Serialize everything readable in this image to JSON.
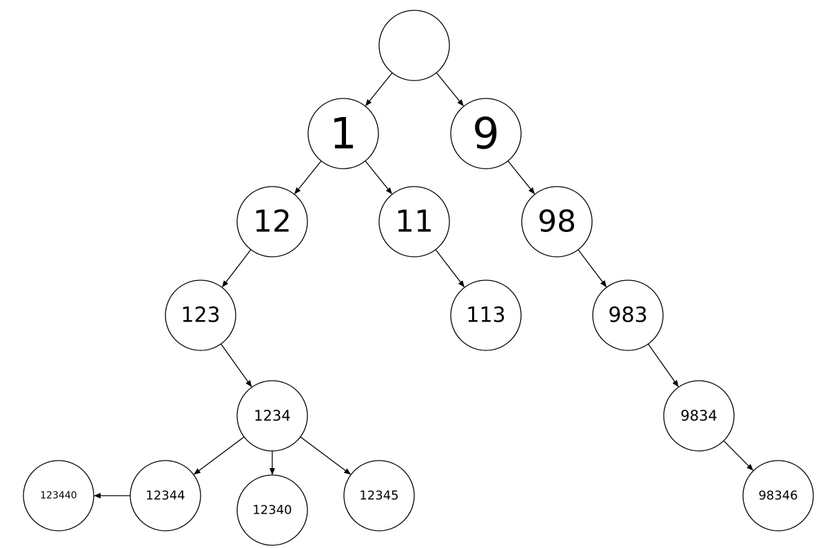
{
  "colors": {
    "background": "#ffffff",
    "stroke": "#000000",
    "text": "#000000"
  },
  "nodes": [
    {
      "id": "root",
      "label": ""
    },
    {
      "id": "n1",
      "label": "1"
    },
    {
      "id": "n9",
      "label": "9"
    },
    {
      "id": "n12",
      "label": "12"
    },
    {
      "id": "n11",
      "label": "11"
    },
    {
      "id": "n98",
      "label": "98"
    },
    {
      "id": "n123",
      "label": "123"
    },
    {
      "id": "n113",
      "label": "113"
    },
    {
      "id": "n983",
      "label": "983"
    },
    {
      "id": "n1234",
      "label": "1234"
    },
    {
      "id": "n9834",
      "label": "9834"
    },
    {
      "id": "n123440",
      "label": "123440"
    },
    {
      "id": "n12344",
      "label": "12344"
    },
    {
      "id": "n12340",
      "label": "12340"
    },
    {
      "id": "n12345",
      "label": "12345"
    },
    {
      "id": "n98346",
      "label": "98346"
    }
  ],
  "edges": [
    {
      "from": "root",
      "to": "n1"
    },
    {
      "from": "root",
      "to": "n9"
    },
    {
      "from": "n1",
      "to": "n12"
    },
    {
      "from": "n1",
      "to": "n11"
    },
    {
      "from": "n9",
      "to": "n98"
    },
    {
      "from": "n12",
      "to": "n123"
    },
    {
      "from": "n11",
      "to": "n113"
    },
    {
      "from": "n98",
      "to": "n983"
    },
    {
      "from": "n123",
      "to": "n1234"
    },
    {
      "from": "n983",
      "to": "n9834"
    },
    {
      "from": "n1234",
      "to": "n12344"
    },
    {
      "from": "n1234",
      "to": "n12340"
    },
    {
      "from": "n1234",
      "to": "n12345"
    },
    {
      "from": "n12344",
      "to": "n123440"
    },
    {
      "from": "n9834",
      "to": "n98346"
    }
  ]
}
